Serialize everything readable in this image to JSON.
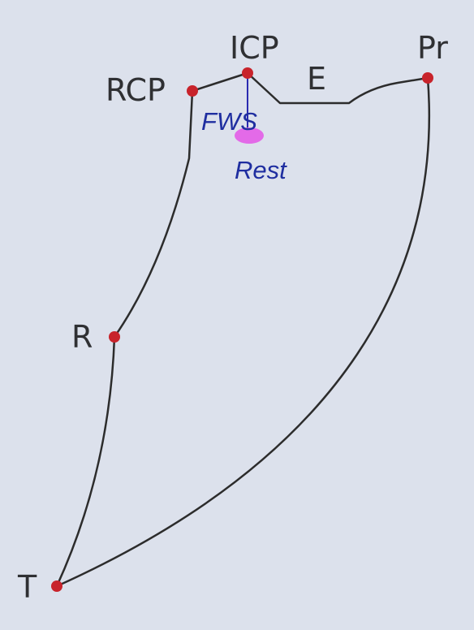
{
  "diagram": {
    "points": [
      {
        "id": "ICP",
        "label": "ICP"
      },
      {
        "id": "RCP",
        "label": "RCP"
      },
      {
        "id": "Pr",
        "label": "Pr"
      },
      {
        "id": "R",
        "label": "R"
      },
      {
        "id": "T",
        "label": "T"
      }
    ],
    "edge_label": "E",
    "annotations": {
      "fws": "FWS",
      "rest": "Rest"
    },
    "colors": {
      "background": "#dce1ec",
      "outline": "#2c2c2c",
      "vertex": "#c8232b",
      "annotation_text": "#1f2ea0",
      "annotation_line": "#2a2ab0",
      "rest_marker": "#e36ae8"
    }
  }
}
